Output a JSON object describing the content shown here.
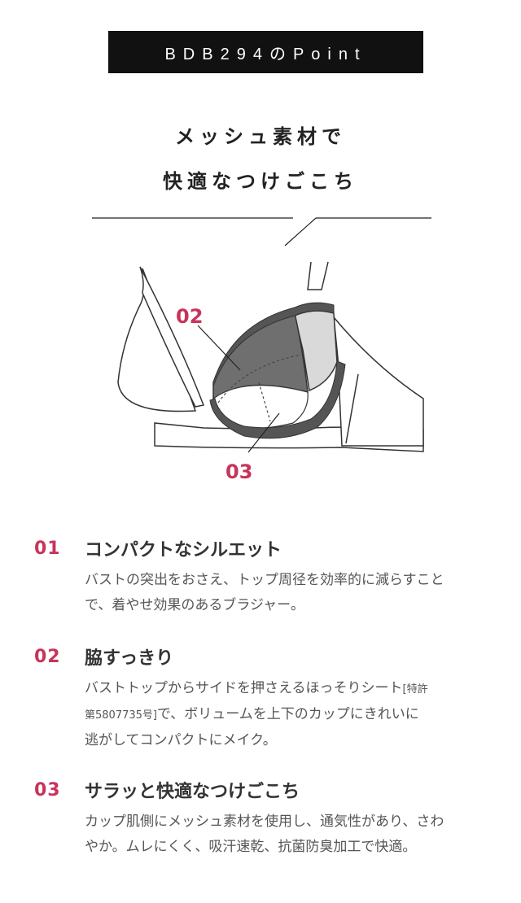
{
  "header": {
    "title": "BDB294のPoint"
  },
  "headline": {
    "line1": "メッシュ素材で",
    "line2": "快適なつけごこち"
  },
  "illustration": {
    "callout_a": "02",
    "callout_b": "03",
    "colors": {
      "dark_panel": "#6f6f6f",
      "light_panel": "#d9d9d9",
      "outline": "#3a3a3a",
      "accent": "#c8345a"
    }
  },
  "points": [
    {
      "number": "01",
      "title": "コンパクトなシルエット",
      "body_line1": "バストの突出をおさえ、トップ周径を効率的に減らすこと",
      "body_line2": "で、着やせ効果のあるブラジャー。"
    },
    {
      "number": "02",
      "title": "脇すっきり",
      "body_line1": "バストトップからサイドを押さえるほっそりシート",
      "body_note1": "[特許",
      "body_note2": "第5807735号]",
      "body_line2": "で、ボリュームを上下のカップにきれいに",
      "body_line3": "逃がしてコンパクトにメイク。"
    },
    {
      "number": "03",
      "title": "サラッと快適なつけごこち",
      "body_line1": "カップ肌側にメッシュ素材を使用し、通気性があり、さわ",
      "body_line2": "やか。ムレにくく、吸汗速乾、抗菌防臭加工で快適。"
    }
  ]
}
